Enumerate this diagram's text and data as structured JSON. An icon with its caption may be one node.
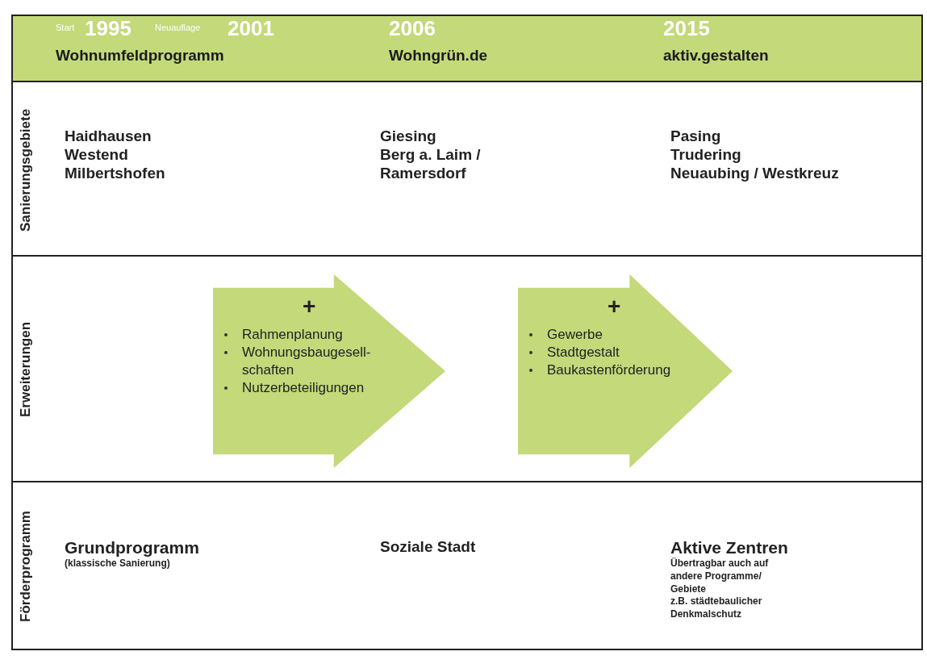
{
  "diagram": {
    "nodes": [
      {
        "text": [
          "Start",
          "1995",
          "Neuauflage",
          "2001",
          "Wohnumfeldprogramm",
          "2006",
          "Wohngrün.de",
          "2015",
          "aktiv.gestalten"
        ]
      },
      {
        "text": [
          "Sanierungsgebiete"
        ]
      },
      {
        "text": [
          "Erweiterungen"
        ]
      },
      {
        "text": [
          "Förderprogramm"
        ]
      },
      {
        "text": [
          "+",
          "Rahmenplanung",
          "Wohnungsbaugesell- schaften",
          "Nutzerbeteiligungen"
        ],
        "in": 2
      },
      {
        "text": [
          "+",
          "Gewerbe",
          "Stadtgestalt",
          "Baukastenförderung"
        ],
        "in": 2
      }
    ],
    "labels": [
      "Haidhausen",
      "Westend",
      "Milbertshofen",
      "Giesing",
      "Berg a. Laim / Ramersdorf",
      "Pasing",
      "Trudering",
      "Neuaubing / Westkreuz",
      "Grundprogramm",
      "(klassische Sanierung)",
      "Soziale Stadt",
      "Aktive Zentren",
      "Übertragbar auch auf andere Programme/ Gebiete",
      "z.B. städtebaulicher Denkmalschutz"
    ]
  }
}
